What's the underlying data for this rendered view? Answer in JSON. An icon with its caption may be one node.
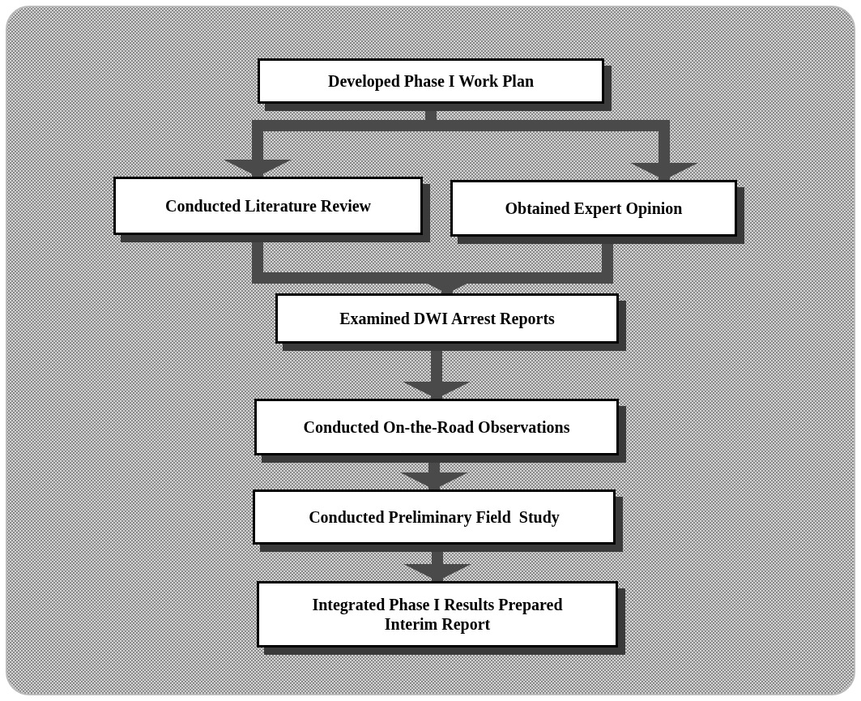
{
  "diagram": {
    "nodes": [
      {
        "text": [
          "Developed Phase I Work Plan"
        ]
      },
      {
        "text": [
          "Conducted Literature Review"
        ]
      },
      {
        "text": [
          "Obtained Expert Opinion"
        ]
      },
      {
        "text": [
          "Examined DWI Arrest Reports"
        ]
      },
      {
        "text": [
          "Conducted On-the-Road Observations"
        ]
      },
      {
        "text": [
          "Conducted Preliminary Field  Study"
        ]
      },
      {
        "text": [
          "Integrated Phase I Results Prepared Interim Report"
        ]
      }
    ],
    "edges": [
      {
        "from": 0,
        "to": 1,
        "arrow": "to"
      },
      {
        "from": 0,
        "to": 2,
        "arrow": "to"
      },
      {
        "from": 1,
        "to": 3,
        "arrow": "to"
      },
      {
        "from": 2,
        "to": 3,
        "arrow": "to"
      },
      {
        "from": 3,
        "to": 4,
        "arrow": "to"
      },
      {
        "from": 4,
        "to": 5,
        "arrow": "to"
      },
      {
        "from": 5,
        "to": 6,
        "arrow": "to"
      }
    ]
  }
}
